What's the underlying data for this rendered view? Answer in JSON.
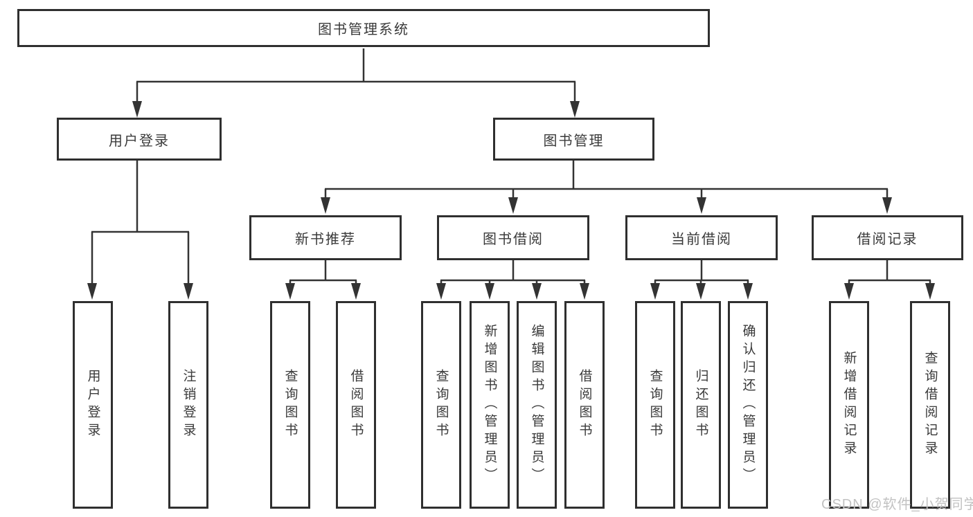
{
  "diagram_title": "图书管理系统",
  "tree": {
    "label": "图书管理系统",
    "children": [
      {
        "label": "用户登录",
        "children": [
          {
            "label": "用户登录"
          },
          {
            "label": "注销登录"
          }
        ]
      },
      {
        "label": "图书管理",
        "children": [
          {
            "label": "新书推荐",
            "children": [
              {
                "label": "查询图书"
              },
              {
                "label": "借阅图书"
              }
            ]
          },
          {
            "label": "图书借阅",
            "children": [
              {
                "label": "查询图书"
              },
              {
                "label": "新增图书（管理员）"
              },
              {
                "label": "编辑图书（管理员）"
              },
              {
                "label": "借阅图书"
              }
            ]
          },
          {
            "label": "当前借阅",
            "children": [
              {
                "label": "查询图书"
              },
              {
                "label": "归还图书"
              },
              {
                "label": "确认归还（管理员）"
              }
            ]
          },
          {
            "label": "借阅记录",
            "children": [
              {
                "label": "新增借阅记录"
              },
              {
                "label": "查询借阅记录"
              }
            ]
          }
        ]
      }
    ]
  },
  "watermark": "CSDN @软件_小贺同学",
  "colors": {
    "line": "#333333",
    "box_border": "#2f2f2f",
    "text": "#3a3a3a",
    "watermark": "#c2c2c2",
    "background": "#ffffff"
  }
}
